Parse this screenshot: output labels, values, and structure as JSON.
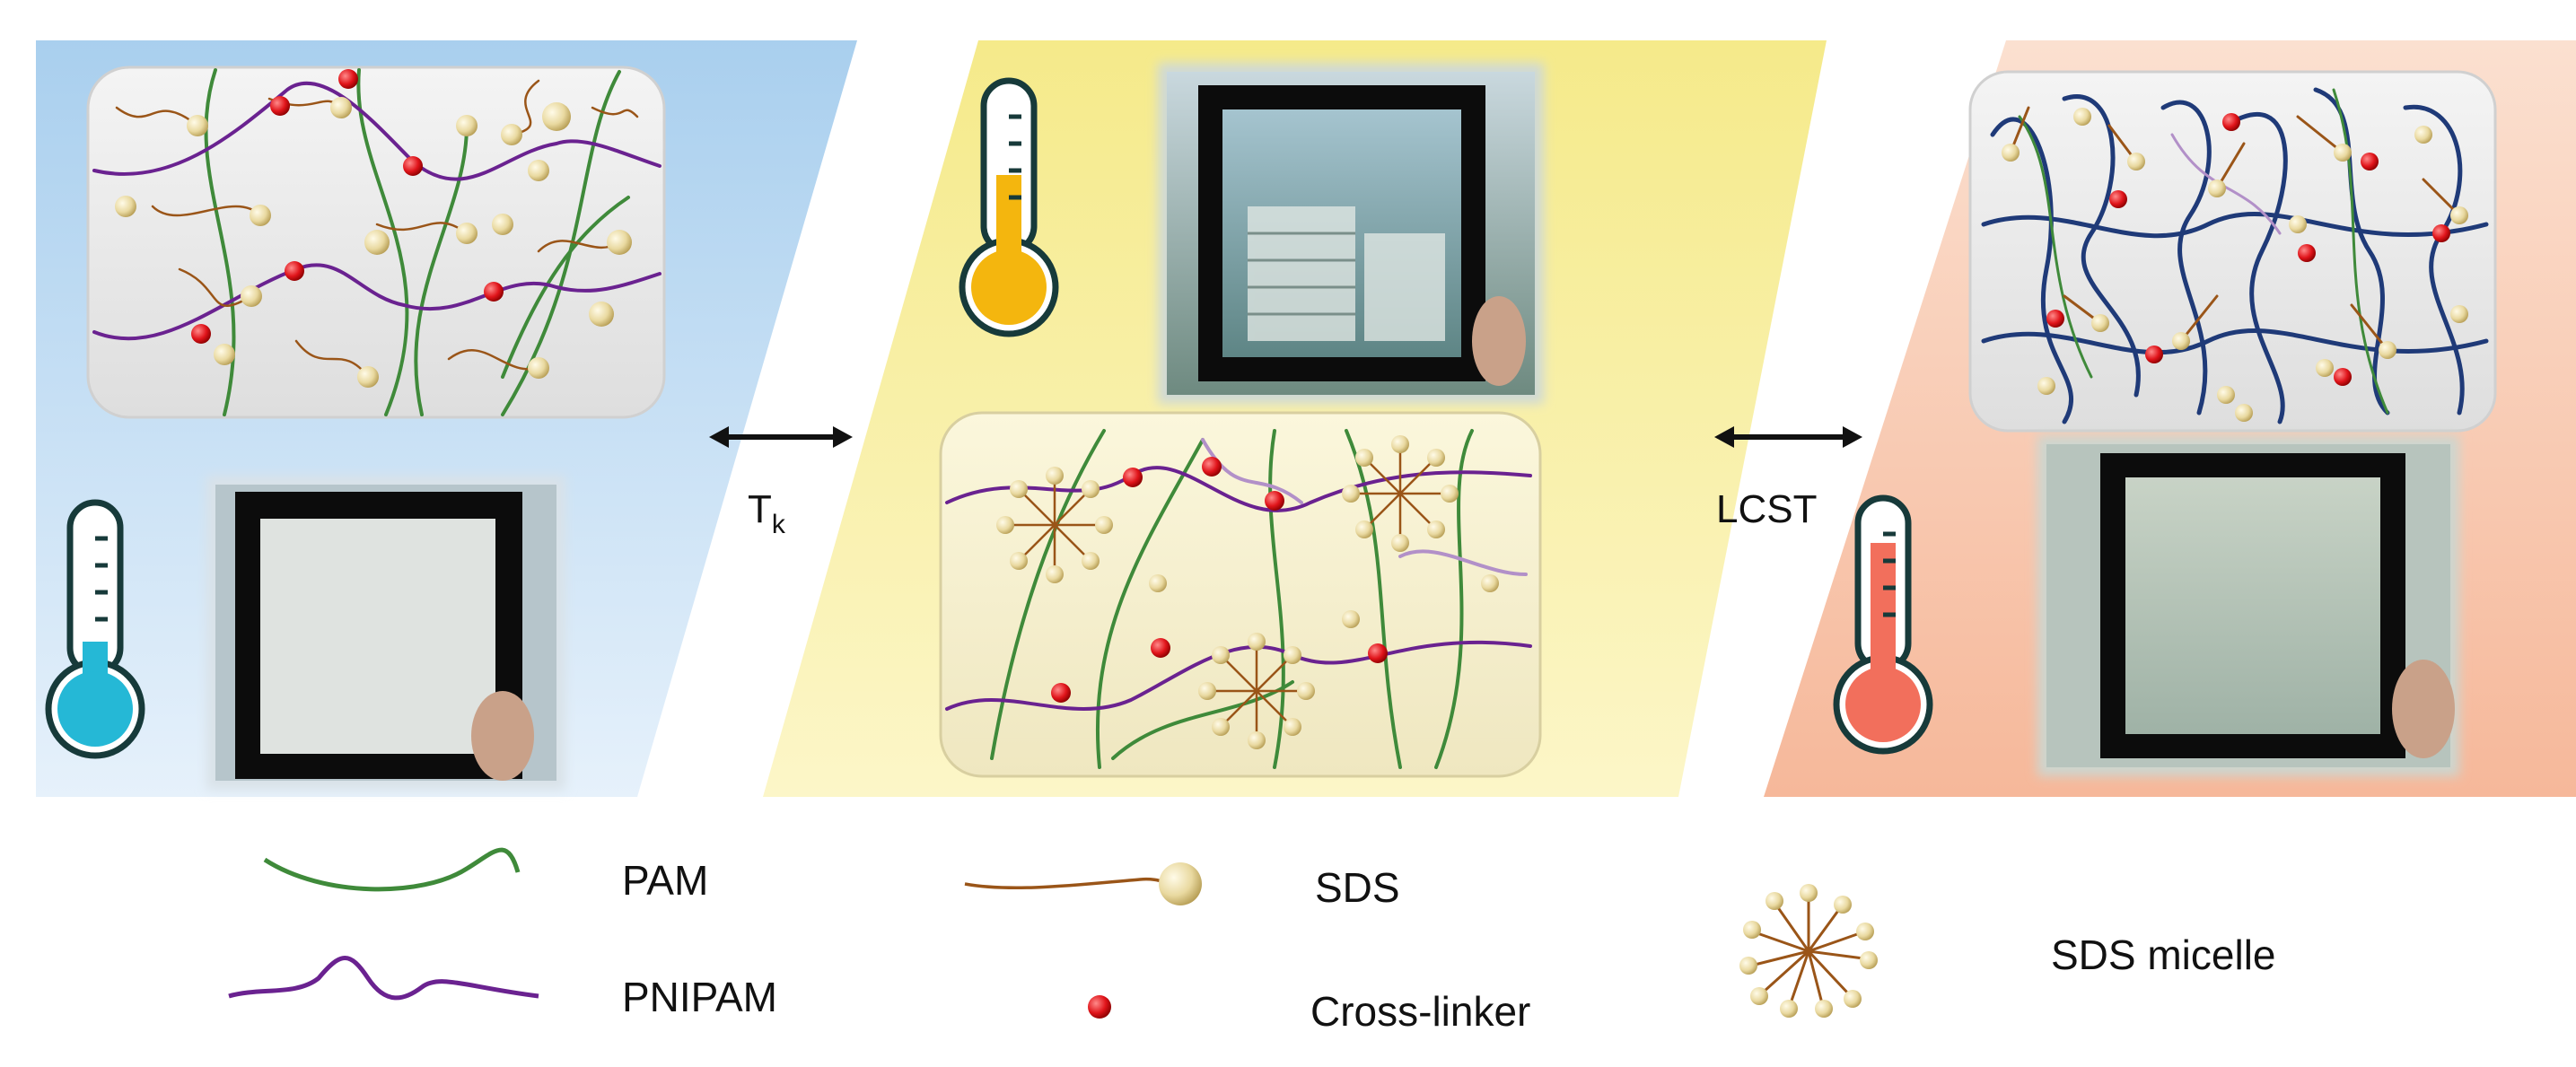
{
  "labels": {
    "arrow_left": "T",
    "arrow_left_sub": "k",
    "arrow_right": "LCST"
  },
  "legend": {
    "pam": "PAM",
    "pnipam": "PNIPAM",
    "sds": "SDS",
    "crosslinker": "Cross-linker",
    "micelle": "SDS micelle"
  },
  "colors": {
    "pam": "#3f8a3a",
    "pnipam": "#6a2290",
    "pnipam_dark_blue": "#1f3a78",
    "sds_tail": "#9a5518",
    "sds_head": "#e4d49a",
    "crosslinker": "#e0141a",
    "panel_cold": "#a9cfee",
    "panel_mid": "#f5ea8a",
    "panel_hot": "#f7c2a6",
    "thermo_cold": "#25b8d6",
    "thermo_mid": "#f4b60e",
    "thermo_hot": "#f26f5c"
  },
  "states": [
    {
      "name": "cold",
      "thermometer_fill": 0.25,
      "film": "opaque white"
    },
    {
      "name": "intermediate",
      "thermometer_fill": 0.55,
      "film": "transparent"
    },
    {
      "name": "hot",
      "thermometer_fill": 0.8,
      "film": "translucent"
    }
  ]
}
